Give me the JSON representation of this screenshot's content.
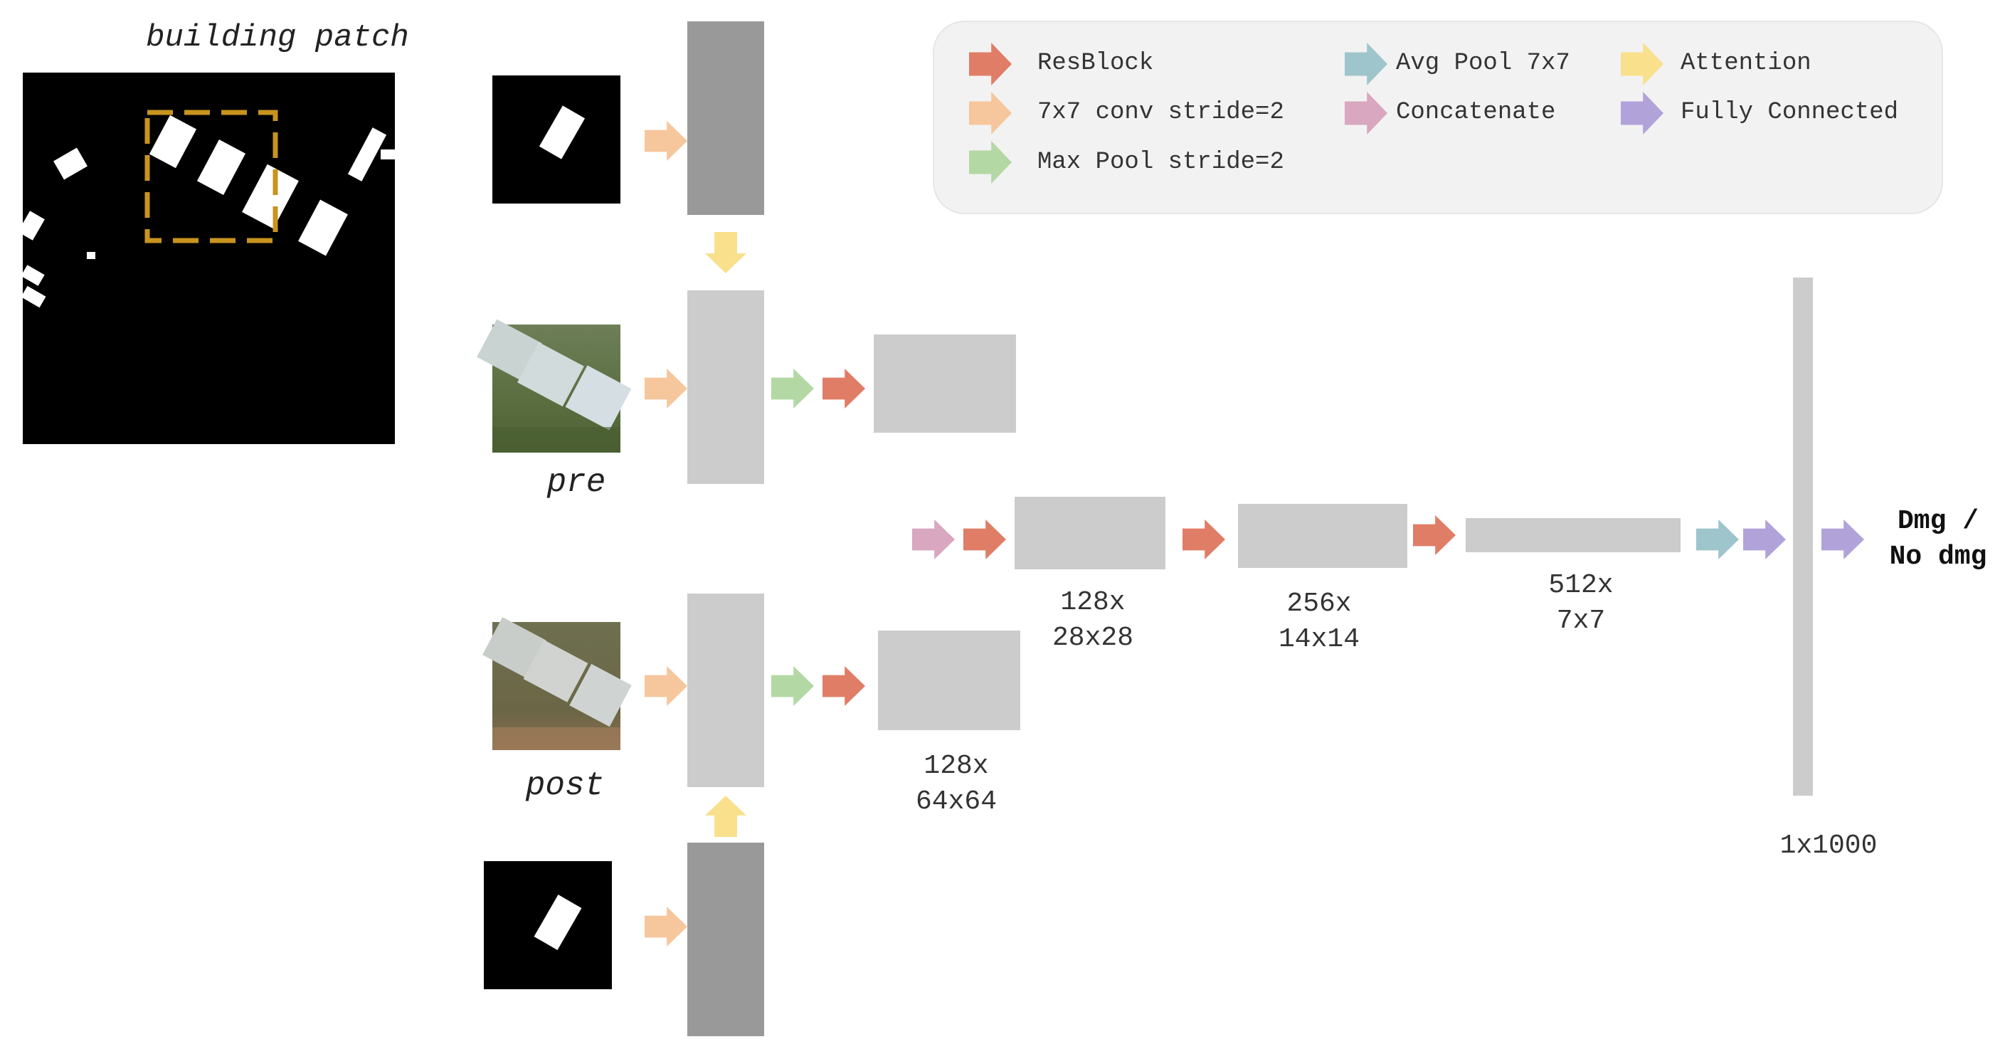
{
  "title": "building patch",
  "colors": {
    "resblock": "#e07d66",
    "conv": "#f6c69c",
    "maxpool": "#b3d8a4",
    "avgpool": "#9ec5cb",
    "concat": "#d9a7bf",
    "attention": "#f8e08c",
    "fc": "#b1a3d9",
    "mask_block": "#999999",
    "feature_block": "#cccccc",
    "legend_bg": "#f2f2f2",
    "crop_box": "#c8941e"
  },
  "legend": [
    {
      "icon": "resblock-arrow-icon",
      "color_key": "resblock",
      "label": "ResBlock"
    },
    {
      "icon": "conv-arrow-icon",
      "color_key": "conv",
      "label": "7x7 conv stride=2"
    },
    {
      "icon": "maxpool-arrow-icon",
      "color_key": "maxpool",
      "label": "Max Pool stride=2"
    },
    {
      "icon": "avgpool-arrow-icon",
      "color_key": "avgpool",
      "label": "Avg Pool 7x7"
    },
    {
      "icon": "concat-arrow-icon",
      "color_key": "concat",
      "label": "Concatenate"
    },
    {
      "icon": "attention-arrow-icon",
      "color_key": "attention",
      "label": "Attention"
    },
    {
      "icon": "fc-arrow-icon",
      "color_key": "fc",
      "label": "Fully Connected"
    }
  ],
  "labels": {
    "pre": "pre",
    "post": "post",
    "post_branch_dim": [
      "128x",
      "64x64"
    ],
    "stage1_dim": [
      "128x",
      "28x28"
    ],
    "stage2_dim": [
      "256x",
      "14x14"
    ],
    "stage3_dim": [
      "512x",
      "7x7"
    ],
    "fc_dim": "1x1000",
    "output": [
      "Dmg /",
      "No dmg"
    ]
  }
}
